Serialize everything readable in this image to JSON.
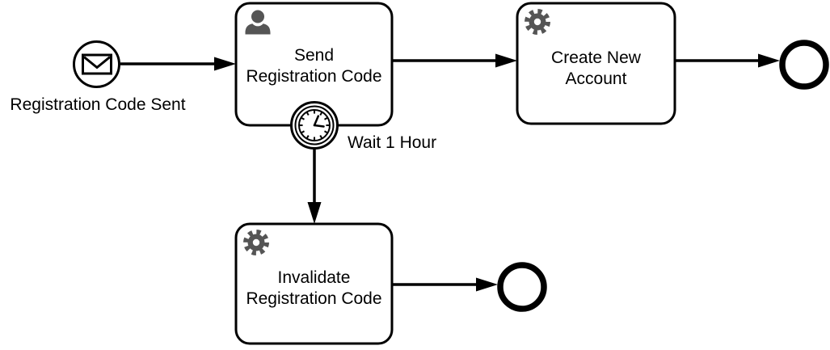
{
  "diagram_type": "BPMN process diagram",
  "colors": {
    "background": "#ffffff",
    "fill": "#ffffff",
    "stroke": "#000000",
    "text": "#000000",
    "icon": "#555555"
  },
  "events": [
    {
      "id": "start",
      "kind": "message-start-event",
      "icon": "envelope-icon",
      "label": "Registration Code Sent"
    },
    {
      "id": "timer-boundary",
      "kind": "timer-boundary-event",
      "icon": "clock-icon",
      "label": "Wait 1 Hour"
    },
    {
      "id": "end-main",
      "kind": "end-event",
      "label": ""
    },
    {
      "id": "end-invalidate",
      "kind": "end-event",
      "label": ""
    }
  ],
  "tasks": [
    {
      "id": "send-registration-code",
      "kind": "user-task",
      "icon": "user-icon",
      "lines": [
        "Send",
        "Registration Code"
      ]
    },
    {
      "id": "create-new-account",
      "kind": "service-task",
      "icon": "gear-icon",
      "lines": [
        "Create New",
        "Account"
      ]
    },
    {
      "id": "invalidate-registration-code",
      "kind": "service-task",
      "icon": "gear-icon",
      "lines": [
        "Invalidate",
        "Registration Code"
      ]
    }
  ],
  "flows": [
    {
      "from": "start",
      "to": "send-registration-code"
    },
    {
      "from": "send-registration-code",
      "to": "create-new-account"
    },
    {
      "from": "create-new-account",
      "to": "end-main"
    },
    {
      "from": "timer-boundary",
      "to": "invalidate-registration-code"
    },
    {
      "from": "invalidate-registration-code",
      "to": "end-invalidate"
    }
  ]
}
